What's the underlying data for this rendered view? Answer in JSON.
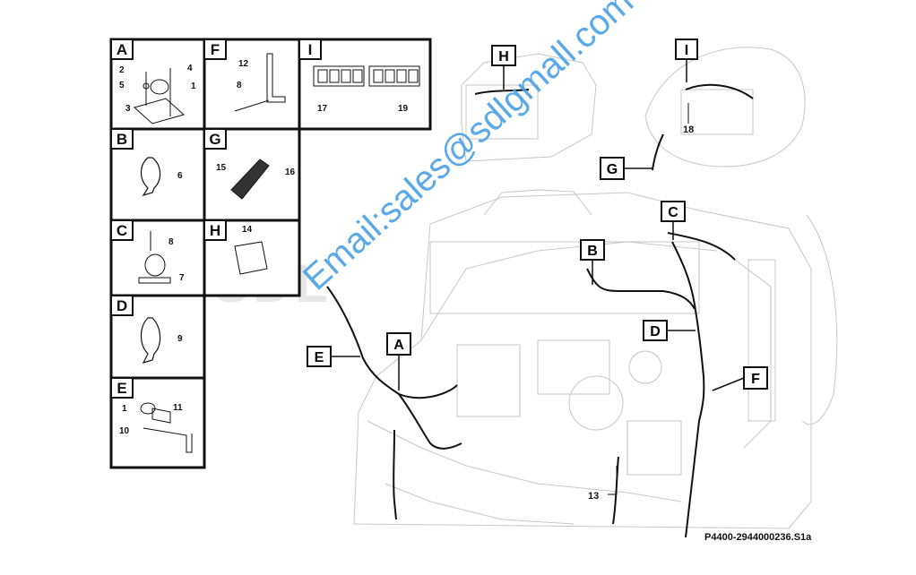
{
  "panels": [
    {
      "id": "A",
      "parts": [
        "2",
        "4",
        "5",
        "1",
        "3"
      ]
    },
    {
      "id": "F",
      "parts": [
        "12",
        "8"
      ]
    },
    {
      "id": "I",
      "parts": [
        "17",
        "19"
      ]
    },
    {
      "id": "B",
      "parts": [
        "6"
      ]
    },
    {
      "id": "G",
      "parts": [
        "15",
        "16"
      ]
    },
    {
      "id": "C",
      "parts": [
        "8",
        "7"
      ]
    },
    {
      "id": "H",
      "parts": [
        "14"
      ]
    },
    {
      "id": "D",
      "parts": [
        "9"
      ]
    },
    {
      "id": "E",
      "parts": [
        "1",
        "11",
        "10"
      ]
    }
  ],
  "callouts": [
    "H",
    "I",
    "G",
    "C",
    "B",
    "A",
    "E",
    "D",
    "F"
  ],
  "part_numbers": {
    "p18": "18",
    "p13": "13"
  },
  "reference_code": "P4400-2944000236.S1a",
  "watermark_text": "Email:sales@sdlgmall.com",
  "logo_text": "SDL",
  "colors": {
    "line": "#111111",
    "watermark": "#4aa0e6",
    "ghost": "#c8c8c8"
  }
}
